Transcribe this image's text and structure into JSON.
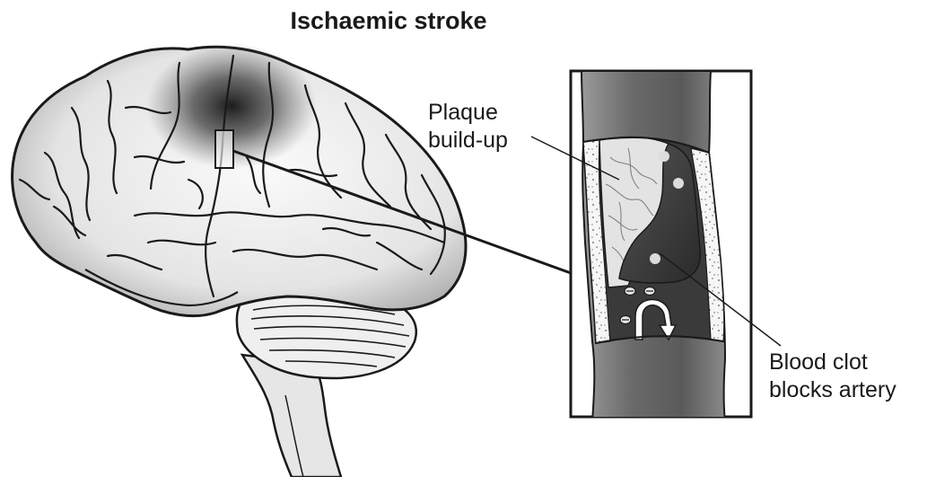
{
  "title": "Ischaemic stroke",
  "labels": {
    "plaque": [
      "Plaque",
      "build-up"
    ],
    "clot": [
      "Blood clot",
      "blocks artery"
    ]
  },
  "colors": {
    "ink": "#1a1a1a",
    "brain_fill": "#ececec",
    "stroke_shade": "#222222",
    "artery_wall": "#6e6e6e",
    "clot": "#3e3e3e",
    "plaque": "#dcdcdc",
    "vessel_wall": "#f2f2f2"
  },
  "icons": {
    "flow": "curved-arrow-icon",
    "cells": "blood-cell-icon"
  }
}
